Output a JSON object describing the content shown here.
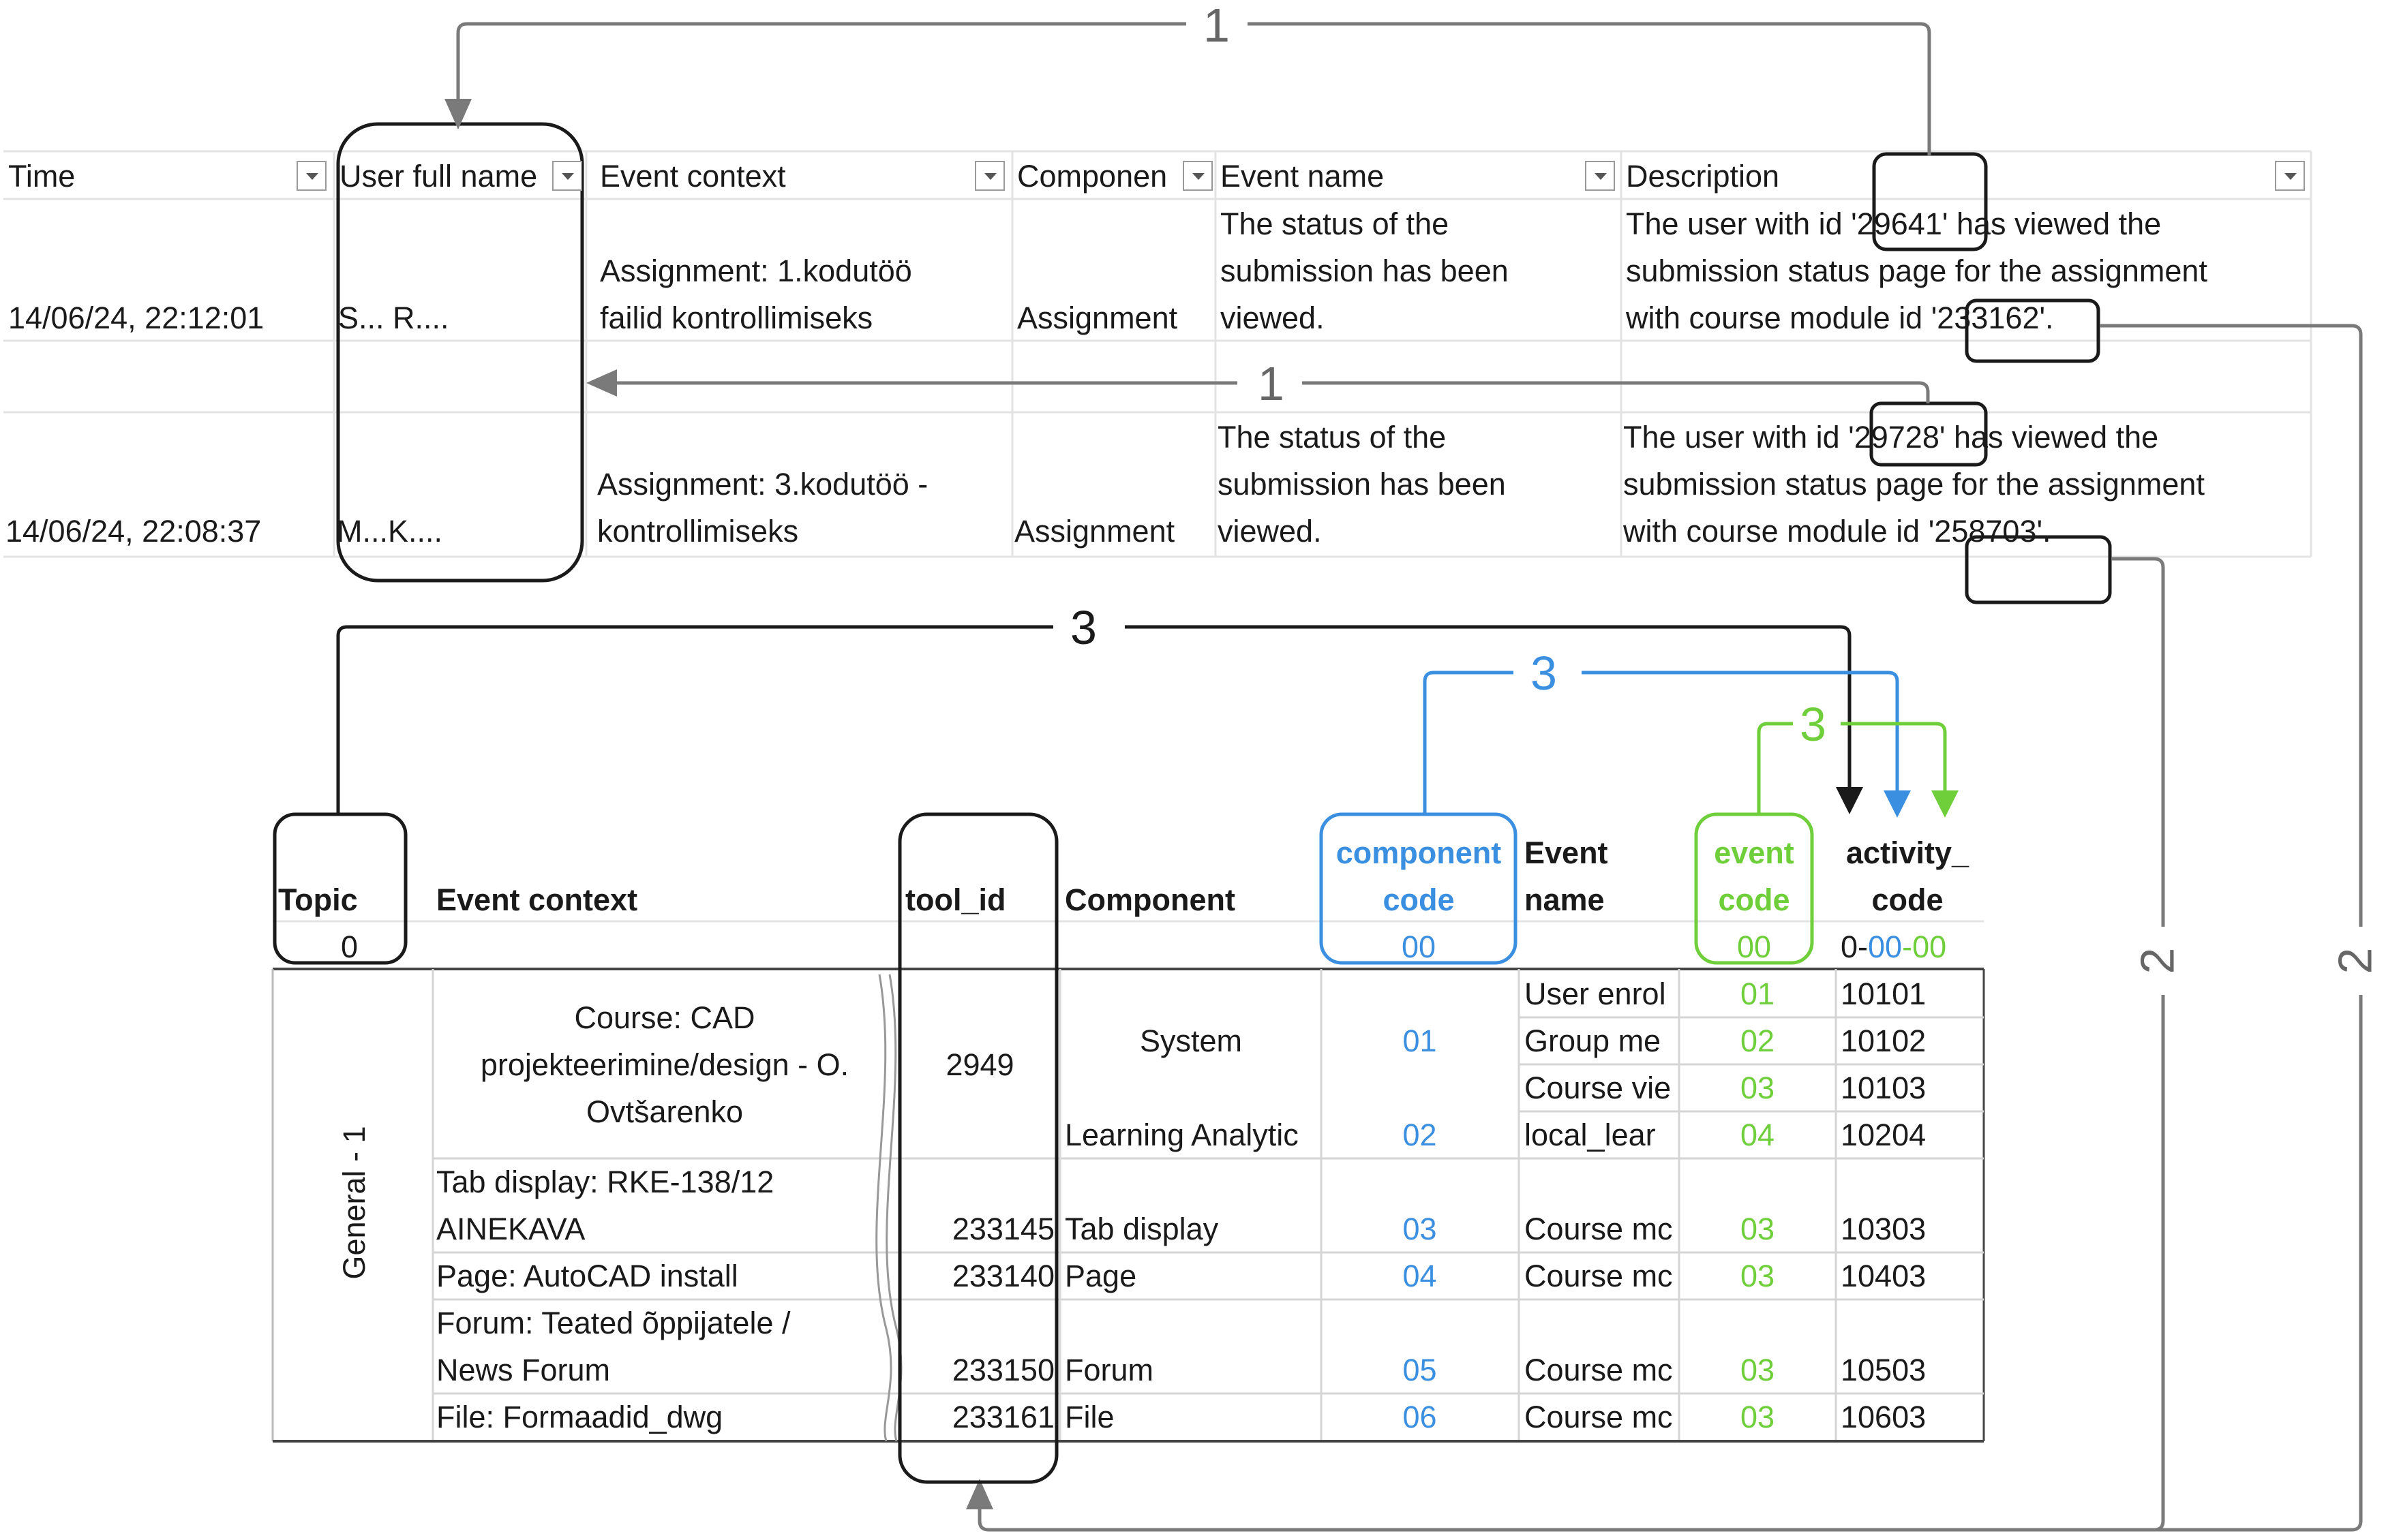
{
  "log_table": {
    "headers": [
      "Time",
      "User full name",
      "Event context",
      "Componen",
      "Event name",
      "Description"
    ],
    "rows": [
      {
        "time": "14/06/24, 22:12:01",
        "user": "S... R....",
        "context": [
          "Assignment: 1.kodutöö",
          "failid kontrollimiseks"
        ],
        "component": "Assignment",
        "event": [
          "The status of the",
          "submission has been",
          "viewed."
        ],
        "description": [
          "The user with id '29641' has viewed the",
          "submission status page for the assignment",
          "with course module id '233162'."
        ]
      },
      {
        "time": "14/06/24, 22:08:37",
        "user": "M...K....",
        "context": [
          "Assignment: 3.kodutöö -",
          "kontrollimiseks"
        ],
        "component": "Assignment",
        "event": [
          "The status of the",
          "submission has been",
          "viewed."
        ],
        "description": [
          "The user with id '29728' has viewed the",
          "submission status page for the assignment",
          "with course module id '258703'."
        ]
      }
    ]
  },
  "step_labels": {
    "one": "1",
    "two": "2",
    "three": "3"
  },
  "code_table": {
    "headers": {
      "topic": "Topic",
      "topic_code": "0",
      "event_context": "Event context",
      "tool_id": "tool_id",
      "component": "Component",
      "component_code": [
        "component",
        "code"
      ],
      "component_code_value": "00",
      "event_name": [
        "Event",
        "name"
      ],
      "event_code": [
        "event",
        "code"
      ],
      "event_code_value": "00",
      "activity_code": [
        "activity_",
        "code"
      ],
      "activity_code_format": [
        "0-",
        "00",
        "-00"
      ]
    },
    "topic_group": "General - 1",
    "contexts": [
      [
        "Course: CAD",
        "projekteerimine/design - O.",
        "Ovtšarenko"
      ],
      [
        "Tab display: RKE-138/12",
        "AINEKAVA"
      ],
      [
        "Page: AutoCAD install"
      ],
      [
        "Forum: Teated õppijatele /",
        "News Forum"
      ],
      [
        "File: Formaadid_dwg"
      ]
    ],
    "tool_ids": [
      "2949",
      "233145",
      "233140",
      "233150",
      "233161"
    ],
    "components": [
      "System",
      "Learning Analytic",
      "Tab display",
      "Page",
      "Forum",
      "File"
    ],
    "component_codes": [
      "01",
      "02",
      "03",
      "04",
      "05",
      "06"
    ],
    "event_names": [
      "User enrol",
      "Group me",
      "Course vie",
      "local_lear",
      "Course mc",
      "Course mc",
      "Course mc",
      "Course mc"
    ],
    "event_codes": [
      "01",
      "02",
      "03",
      "04",
      "03",
      "03",
      "03",
      "03"
    ],
    "activity_codes": [
      "10101",
      "10102",
      "10103",
      "10204",
      "10303",
      "10403",
      "10503",
      "10603"
    ]
  },
  "colors": {
    "blue": "#3a8fe0",
    "green": "#6fcf3a",
    "arrow_gray": "#7a7a7a",
    "black": "#1a1a1a"
  }
}
